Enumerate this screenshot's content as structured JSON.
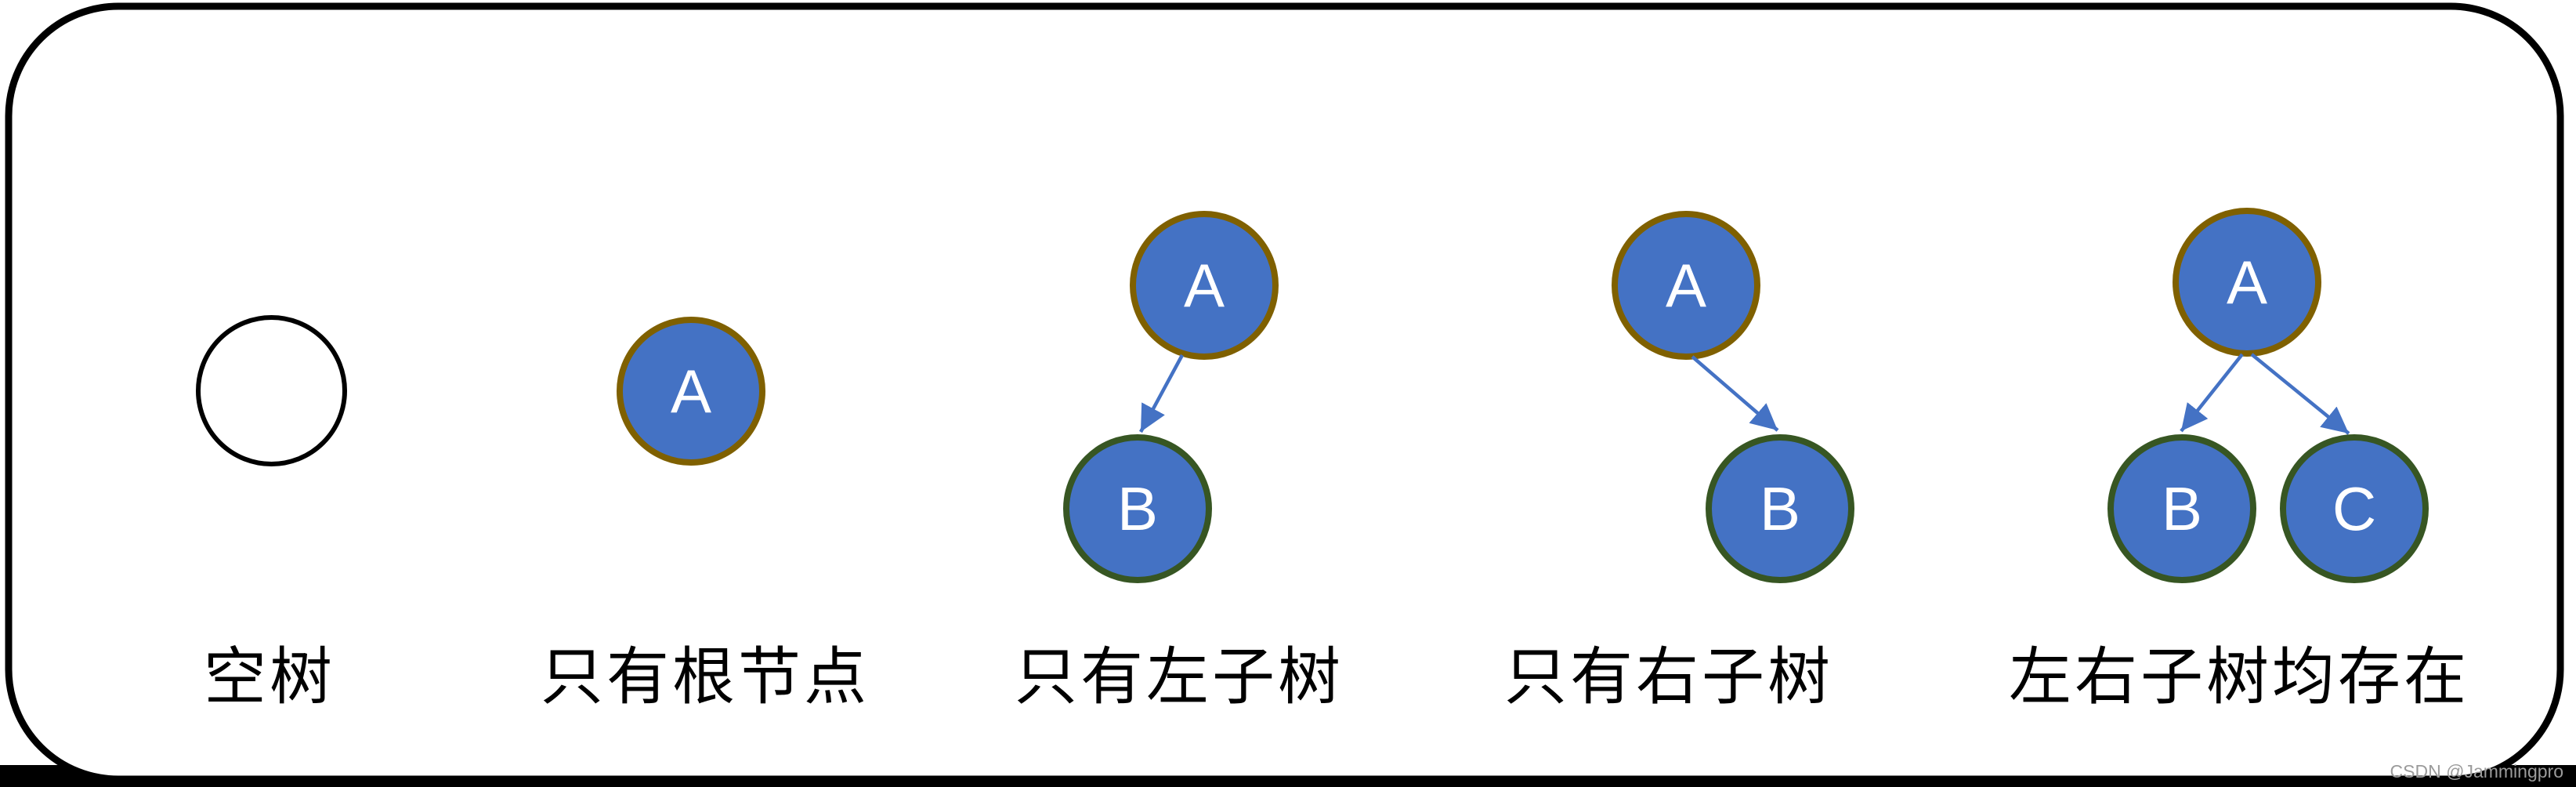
{
  "figure": {
    "type": "binary-tree-forms-diagram",
    "node_fill_color": "#4472C4",
    "root_border_color": "#7F6000",
    "child_border_color": "#375623",
    "empty_border_color": "#000000",
    "arrow_color": "#4472C4",
    "caption_color": "#000000",
    "groups": [
      {
        "caption": "空树",
        "nodes": [
          {
            "label": "",
            "role": "empty"
          }
        ],
        "edges": []
      },
      {
        "caption": "只有根节点",
        "nodes": [
          {
            "label": "A",
            "role": "root"
          }
        ],
        "edges": []
      },
      {
        "caption": "只有左子树",
        "nodes": [
          {
            "label": "A",
            "role": "root"
          },
          {
            "label": "B",
            "role": "left-child"
          }
        ],
        "edges": [
          {
            "from": "A",
            "to": "B",
            "direction": "left"
          }
        ]
      },
      {
        "caption": "只有右子树",
        "nodes": [
          {
            "label": "A",
            "role": "root"
          },
          {
            "label": "B",
            "role": "right-child"
          }
        ],
        "edges": [
          {
            "from": "A",
            "to": "B",
            "direction": "right"
          }
        ]
      },
      {
        "caption": "左右子树均存在",
        "nodes": [
          {
            "label": "A",
            "role": "root"
          },
          {
            "label": "B",
            "role": "left-child"
          },
          {
            "label": "C",
            "role": "right-child"
          }
        ],
        "edges": [
          {
            "from": "A",
            "to": "B",
            "direction": "left"
          },
          {
            "from": "A",
            "to": "C",
            "direction": "right"
          }
        ]
      }
    ]
  },
  "watermark": {
    "text": "CSDN @Jammingpro"
  }
}
